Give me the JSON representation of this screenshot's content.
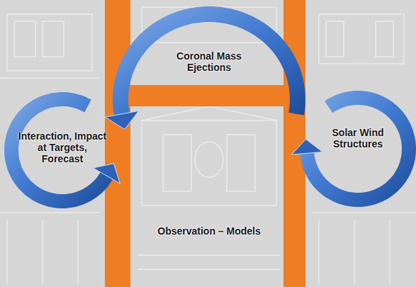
{
  "diagram": {
    "nodes": [
      {
        "text": [
          "Coronal Mass Ejections"
        ]
      },
      {
        "text": [
          "Interaction, Impact at Targets, Forecast"
        ]
      },
      {
        "text": [
          "Solar Wind Structures"
        ]
      }
    ],
    "labels": [
      "Observation – Models"
    ]
  }
}
